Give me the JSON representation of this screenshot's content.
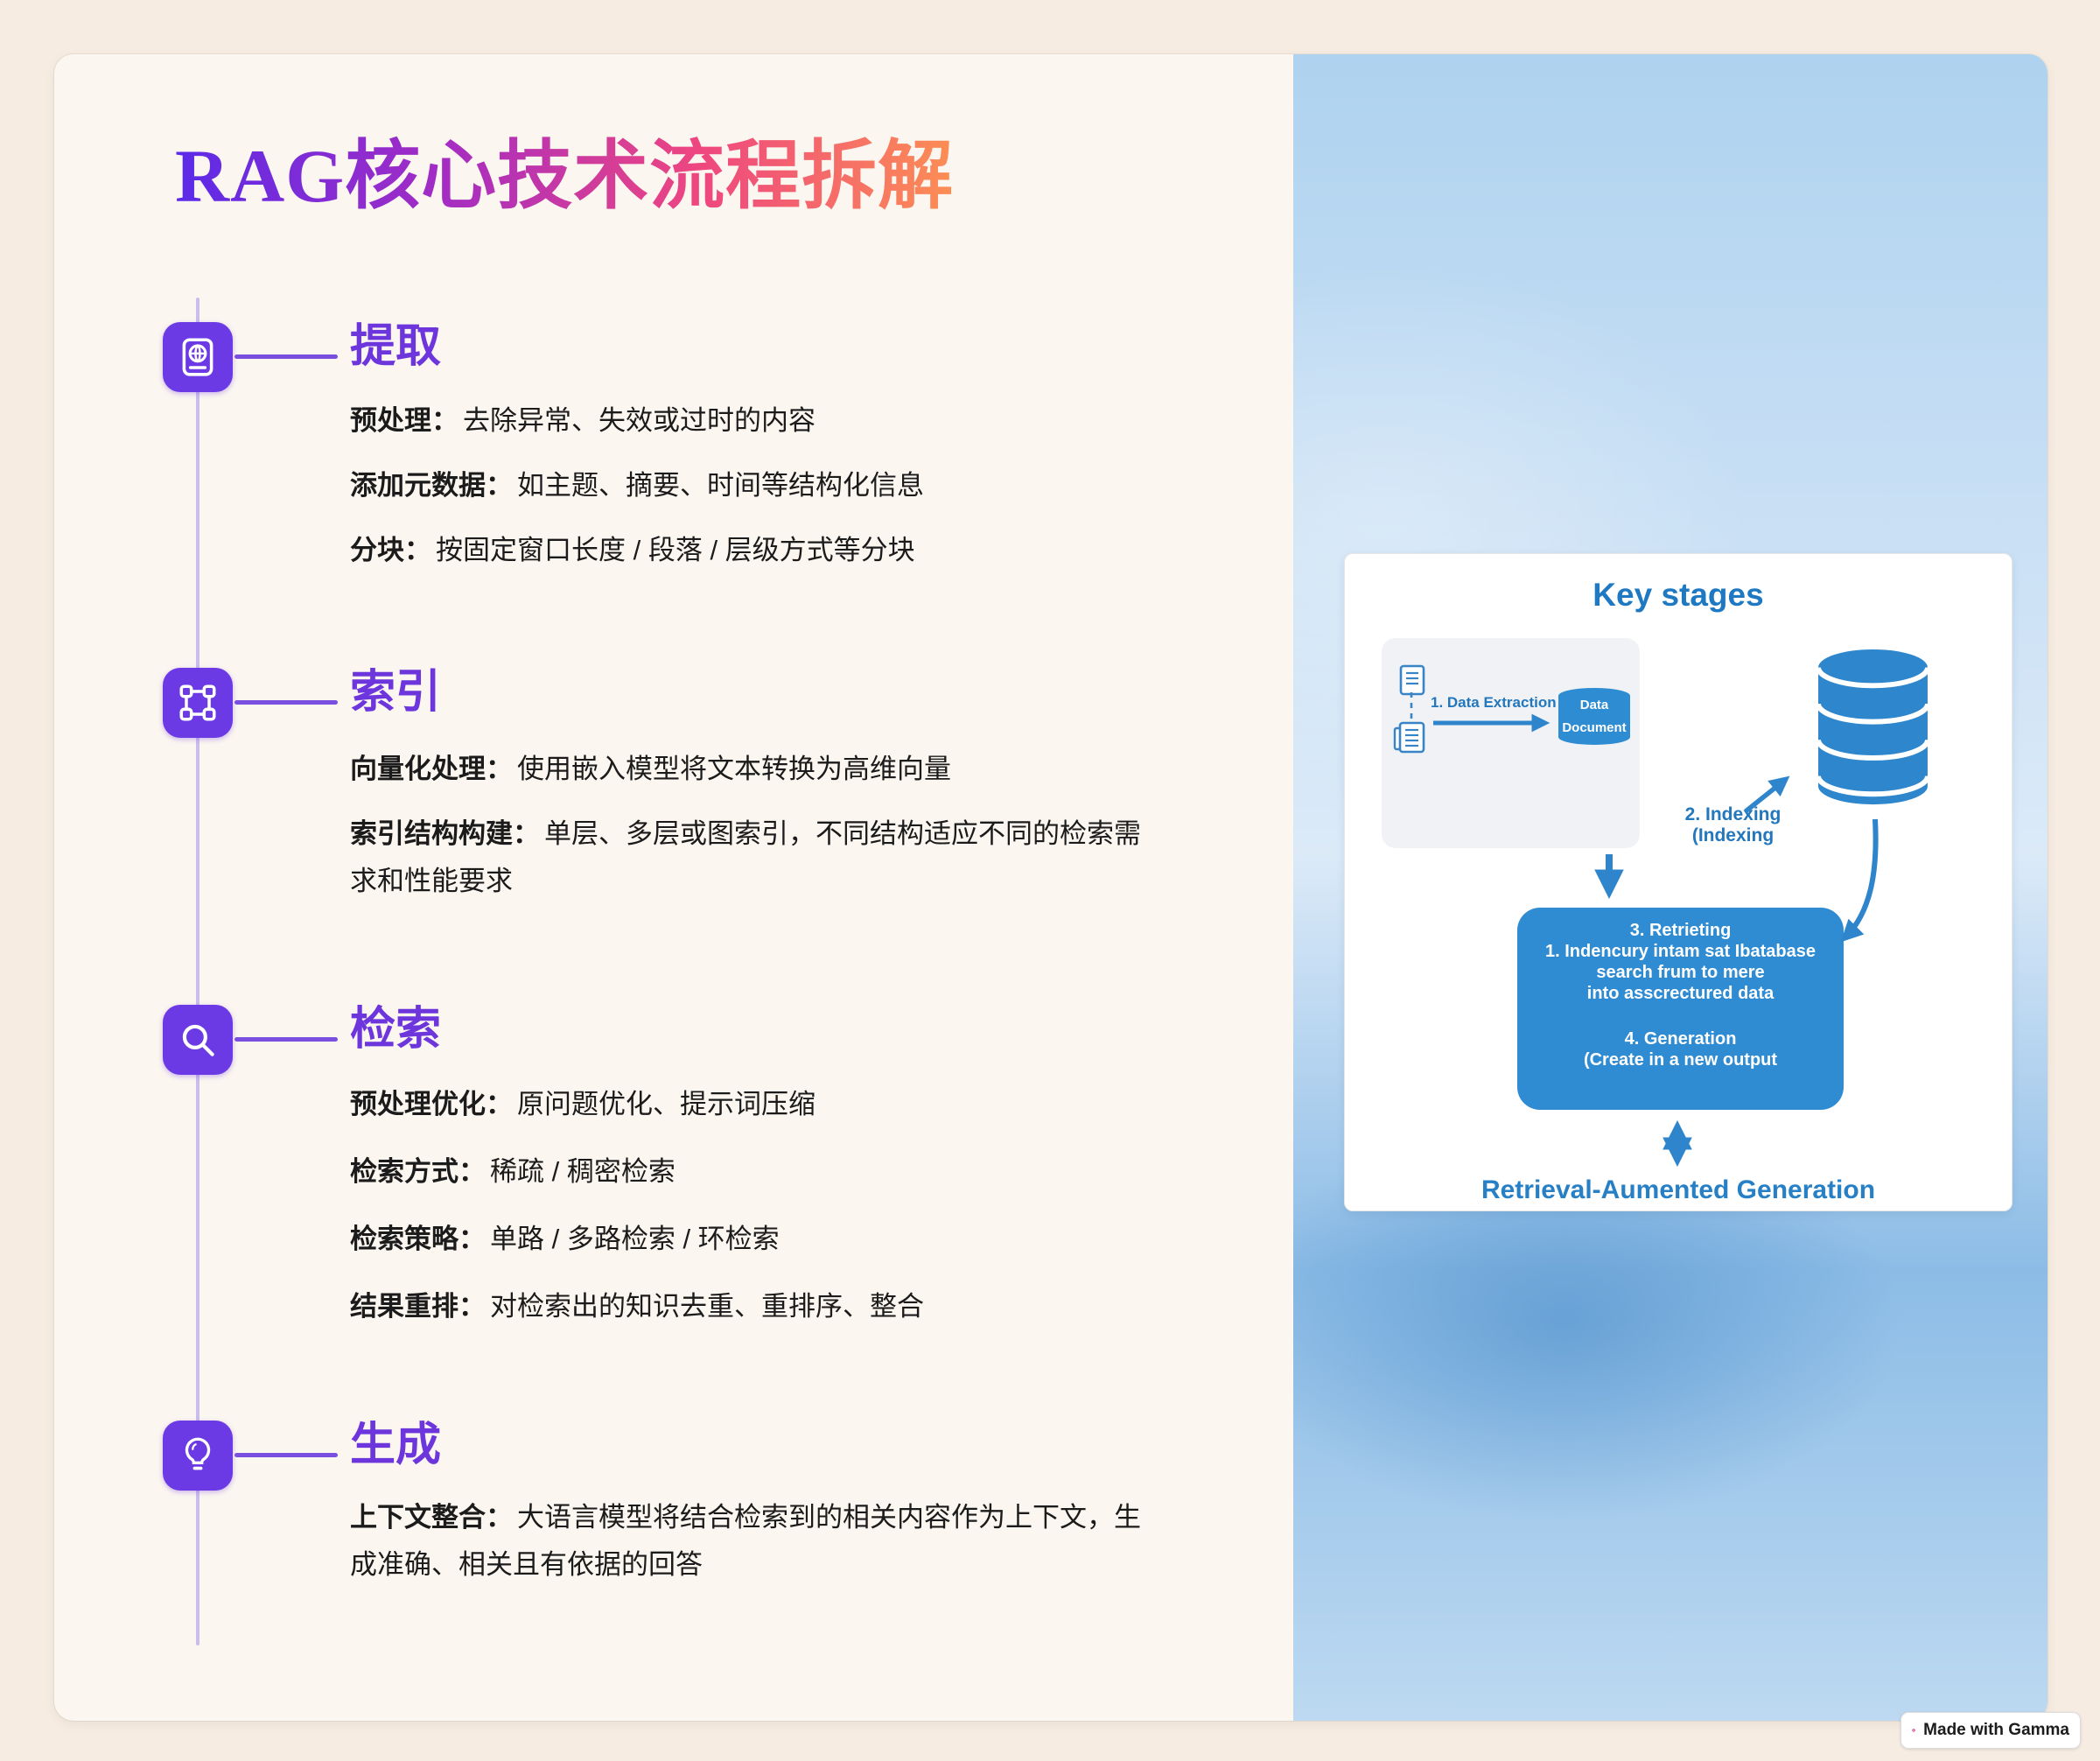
{
  "page": {
    "background": "#F6ECE1",
    "card_background": "#FBF6F0"
  },
  "title": {
    "text": "RAG核心技术流程拆解",
    "gradient": [
      "#5B2BE8",
      "#A32CC4",
      "#EE4680",
      "#FC8E54"
    ]
  },
  "theme": {
    "purple_heading": "#6D35DC",
    "icon_background": "#6C3AE4",
    "timeline_line": "#C9BEEC",
    "connector_line": "#7A4FE0",
    "body_text": "#1B1B1B",
    "diagram_blue": "#2E86CD",
    "diagram_text_blue": "#2277BD"
  },
  "sections": [
    {
      "icon": "passport-icon",
      "heading": "提取",
      "items": [
        {
          "label": "预处理：",
          "text": "去除异常、失效或过时的内容"
        },
        {
          "label": "添加元数据：",
          "text": "如主题、摘要、时间等结构化信息"
        },
        {
          "label": "分块：",
          "text": "按固定窗口长度 / 段落 / 层级方式等分块"
        }
      ]
    },
    {
      "icon": "vector-square-icon",
      "heading": "索引",
      "items": [
        {
          "label": "向量化处理：",
          "text": "使用嵌入模型将文本转换为高维向量"
        },
        {
          "label": "索引结构构建：",
          "text": "单层、多层或图索引，不同结构适应不同的检索需求和性能要求"
        }
      ]
    },
    {
      "icon": "search-icon",
      "heading": "检索",
      "items": [
        {
          "label": "预处理优化：",
          "text": "原问题优化、提示词压缩"
        },
        {
          "label": "检索方式：",
          "text": "稀疏 / 稠密检索"
        },
        {
          "label": "检索策略：",
          "text": "单路 / 多路检索 / 环检索"
        },
        {
          "label": "结果重排：",
          "text": "对检索出的知识去重、重排序、整合"
        }
      ]
    },
    {
      "icon": "lightbulb-icon",
      "heading": "生成",
      "items": [
        {
          "label": "上下文整合：",
          "text": "大语言模型将结合检索到的相关内容作为上下文，生成准确、相关且有依据的回答"
        }
      ]
    }
  ],
  "diagram": {
    "title": "Key stages",
    "caption": "Retrieval-Aumented Generation",
    "extraction": {
      "label": "1. Data Extraction",
      "cylinder_line1": "Data",
      "cylinder_line2": "Document",
      "icons": [
        "document-icon",
        "documents-copy-icon",
        "data-document-cylinder-icon"
      ]
    },
    "indexing": {
      "line1": "2. Indexing",
      "line2": "(Indexing",
      "icon": "database-icon"
    },
    "process": {
      "retrieval_lines": [
        "3. Retrieting",
        "1. Indencury intam sat Ibatabase",
        "search frum to mere",
        "into asscrectured data"
      ],
      "generation_lines": [
        "4. Generation",
        "(Create in a new output"
      ]
    }
  },
  "badge": {
    "label": "Made with Gamma",
    "logo": "gamma-logo"
  }
}
